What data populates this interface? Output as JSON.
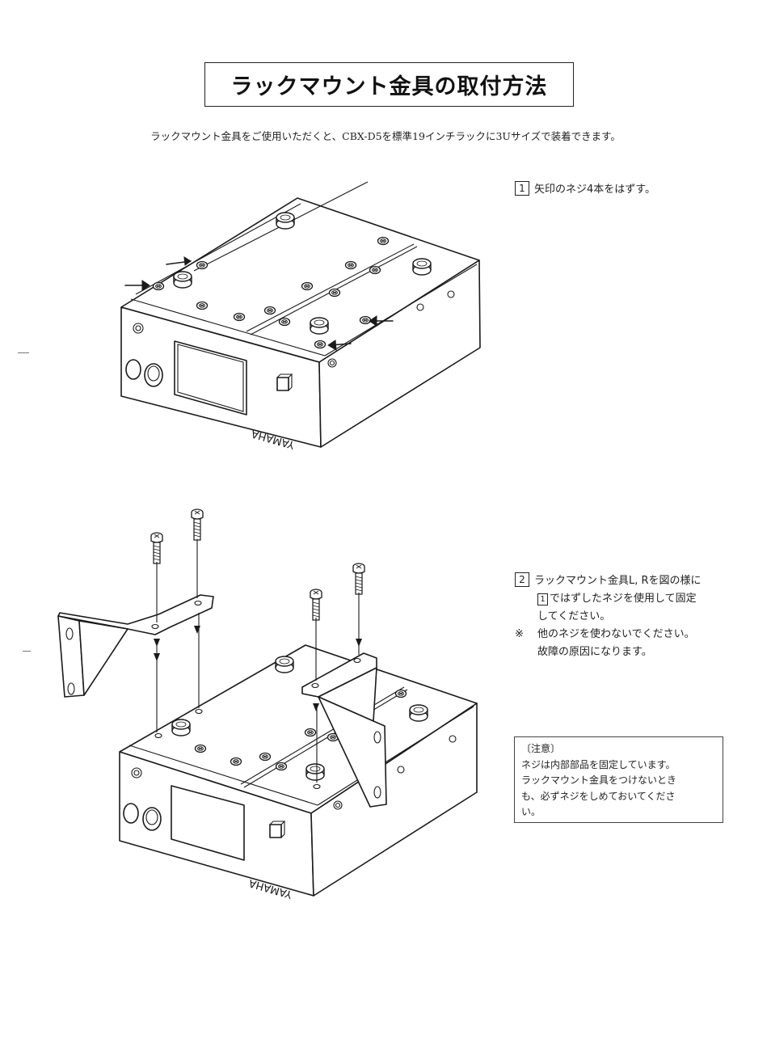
{
  "title": "ラックマウント金具の取付方法",
  "intro": "ラックマウント金具をご使用いただくと、CBX-D5を標準19インチラックに3Uサイズで装着できます。",
  "steps": [
    {
      "number": "1",
      "text": "矢印のネジ4本をはずす。"
    },
    {
      "number": "2",
      "line1": "ラックマウント金具L, Rを図の様に",
      "ref": "1",
      "line2": "ではずしたネジを使用して固定",
      "line3": "してください。",
      "note_mark": "※",
      "note_line1": "他のネジを使わないでください。",
      "note_line2": "故障の原因になります。"
    }
  ],
  "caution": {
    "heading": "〔注意〕",
    "line1": "ネジは内部部品を固定しています。",
    "line2": "ラックマウント金具をつけないとき",
    "line3": "も、必ずネジをしめておいてくださ",
    "line4": "い。"
  },
  "figures": {
    "brand_text": "YAMAHA"
  }
}
